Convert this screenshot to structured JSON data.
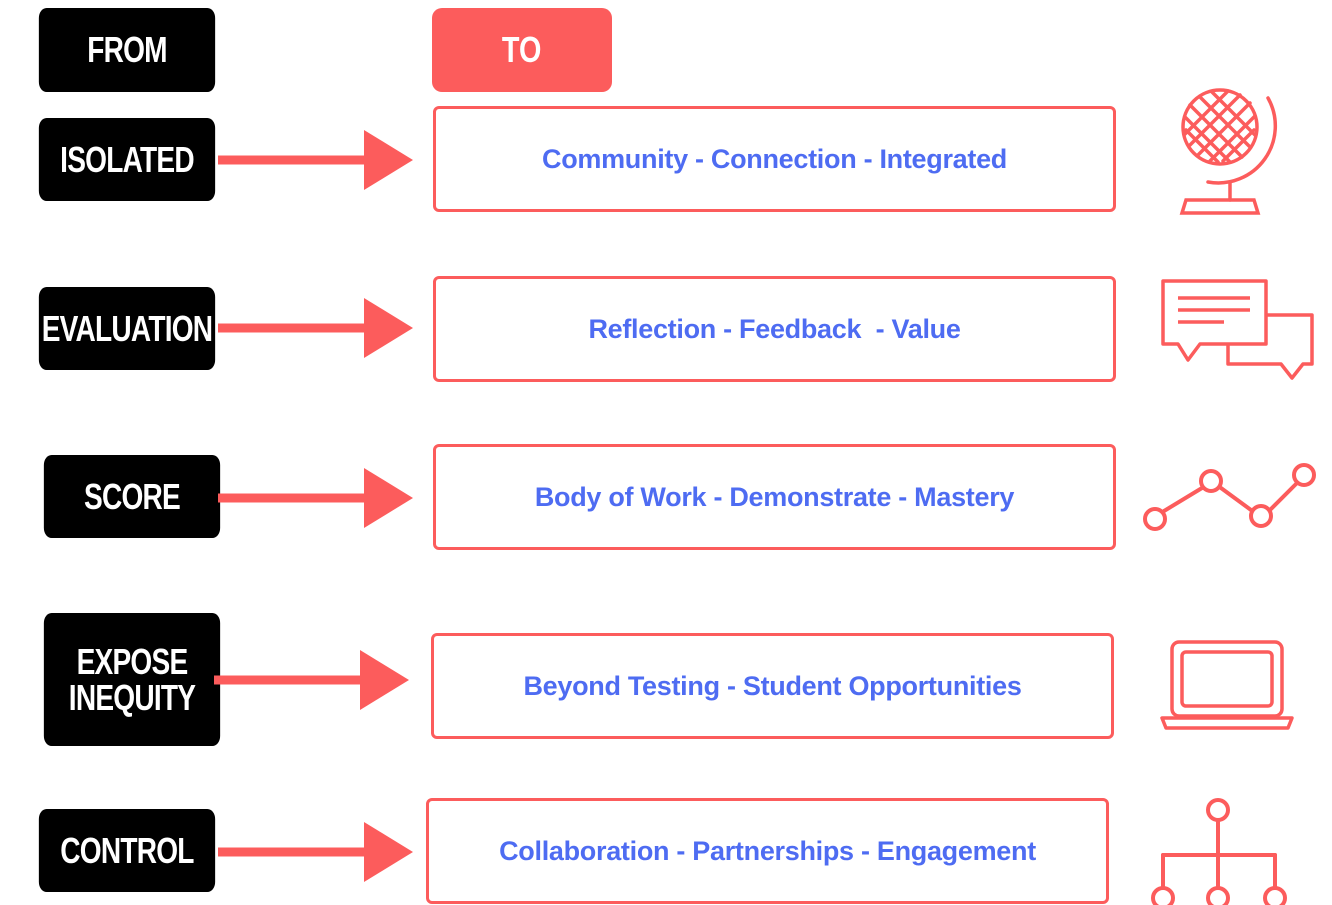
{
  "headers": {
    "from": "FROM",
    "to": "TO"
  },
  "rows": [
    {
      "from": "ISOLATED",
      "to": "Community - Connection - Integrated",
      "icon": "globe-icon"
    },
    {
      "from": "EVALUATION",
      "to": "Reflection - Feedback  - Value",
      "icon": "chat-bubbles-icon"
    },
    {
      "from": "SCORE",
      "to": "Body of Work - Demonstrate - Mastery",
      "icon": "line-graph-icon"
    },
    {
      "from_lines": [
        "EXPOSE",
        "INEQUITY"
      ],
      "to": "Beyond Testing - Student Opportunities",
      "icon": "laptop-icon"
    },
    {
      "from": "CONTROL",
      "to": "Collaboration - Partnerships - Engagement",
      "icon": "hierarchy-icon"
    }
  ],
  "colors": {
    "accent": "#fc5c5c",
    "text_blue": "#4e6cf2",
    "label_bg": "#000000",
    "label_text": "#ffffff"
  }
}
